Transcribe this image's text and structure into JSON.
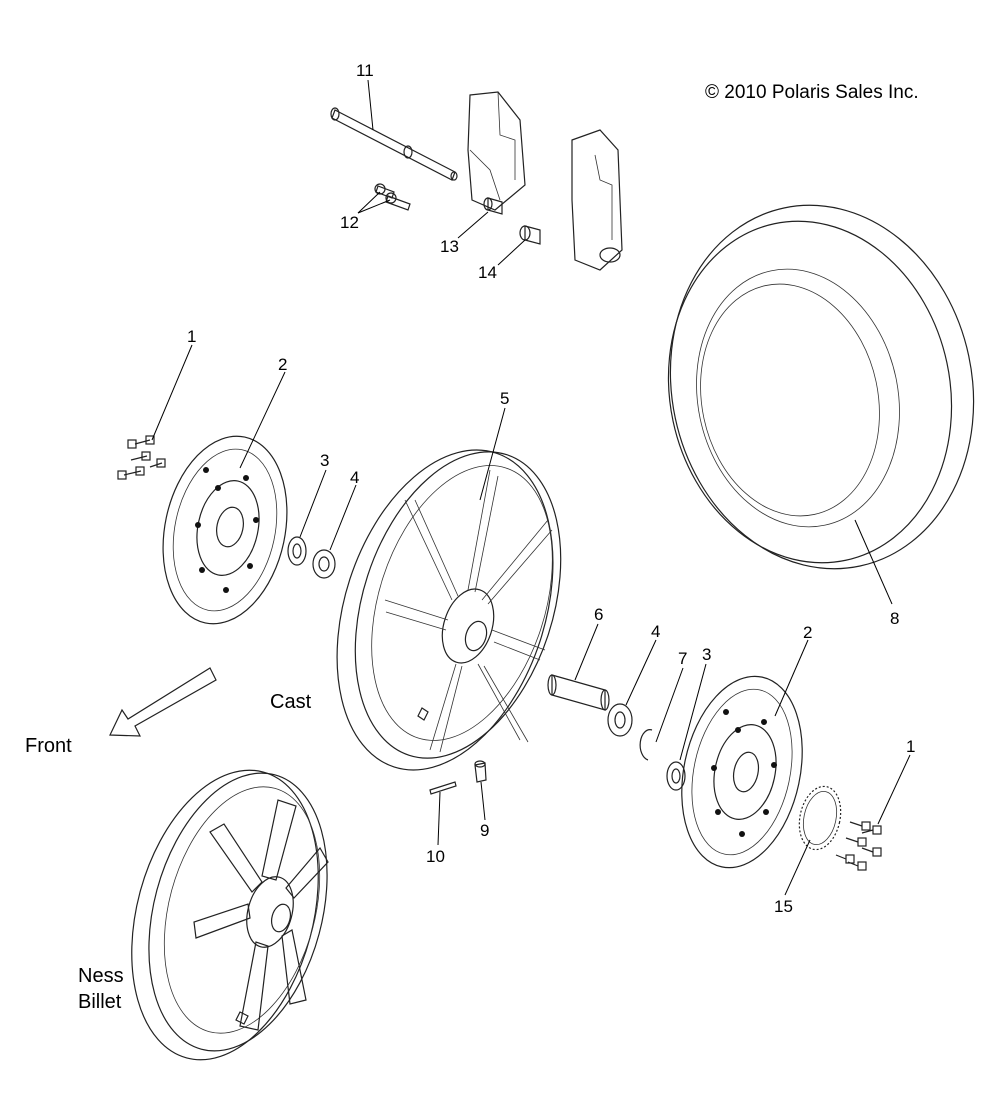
{
  "copyright": "© 2010 Polaris Sales Inc.",
  "labels": {
    "cast": "Cast",
    "front": "Front",
    "ness_line1": "Ness",
    "ness_line2": "Billet"
  },
  "callouts": {
    "n11": "11",
    "n12": "12",
    "n13": "13",
    "n14": "14",
    "n1a": "1",
    "n2a": "2",
    "n3a": "3",
    "n4a": "4",
    "n5": "5",
    "n6": "6",
    "n4b": "4",
    "n7": "7",
    "n3b": "3",
    "n2b": "2",
    "n8": "8",
    "n1b": "1",
    "n9": "9",
    "n10": "10",
    "n15": "15"
  }
}
